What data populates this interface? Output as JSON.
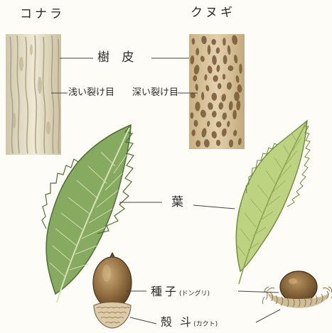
{
  "labels": {
    "konara": "コナラ",
    "kunugi": "クヌギ",
    "bark": "樹 皮",
    "shallow_cracks": "浅い裂け目",
    "deep_cracks": "深い裂け目",
    "leaf": "葉",
    "seed": "種子",
    "seed_note": "(ドングリ)",
    "cup": "殻 斗",
    "cup_note": "(カクト)"
  },
  "colors": {
    "konara_bark": "#e8e0c8",
    "kunugi_bark": "#d9c39a",
    "kunugi_bark_cracks": "#8a6a45",
    "konara_leaf": "#7fa35a",
    "kunugi_leaf": "#b7cf7a",
    "acorn": "#9a7a4a",
    "cup": "#d8c7a4"
  }
}
